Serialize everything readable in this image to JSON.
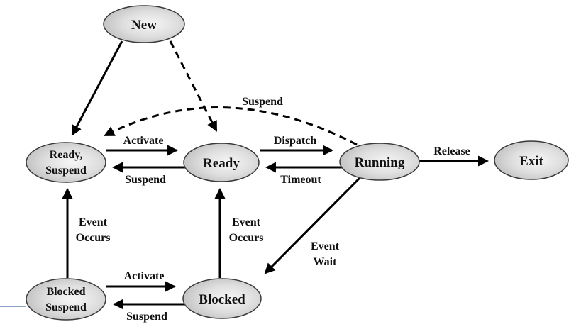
{
  "diagram": {
    "type": "state-transition-diagram",
    "subject": "Process state transitions with suspend states",
    "nodes": [
      {
        "id": "new",
        "label": "New"
      },
      {
        "id": "ready-suspend",
        "label": "Ready, Suspend",
        "lines": [
          "Ready,",
          "Suspend"
        ]
      },
      {
        "id": "ready",
        "label": "Ready"
      },
      {
        "id": "running",
        "label": "Running"
      },
      {
        "id": "exit",
        "label": "Exit"
      },
      {
        "id": "blocked-suspend",
        "label": "Blocked Suspend",
        "lines": [
          "Blocked",
          "Suspend"
        ]
      },
      {
        "id": "blocked",
        "label": "Blocked"
      }
    ],
    "edges": [
      {
        "from": "new",
        "to": "ready-suspend",
        "label": "",
        "style": "solid"
      },
      {
        "from": "new",
        "to": "ready",
        "label": "",
        "style": "dashed"
      },
      {
        "from": "running",
        "to": "ready-suspend",
        "label": "Suspend",
        "style": "dashed"
      },
      {
        "from": "ready-suspend",
        "to": "ready",
        "label": "Activate",
        "style": "solid"
      },
      {
        "from": "ready",
        "to": "ready-suspend",
        "label": "Suspend",
        "style": "solid"
      },
      {
        "from": "ready",
        "to": "running",
        "label": "Dispatch",
        "style": "solid"
      },
      {
        "from": "running",
        "to": "ready",
        "label": "Timeout",
        "style": "solid"
      },
      {
        "from": "running",
        "to": "exit",
        "label": "Release",
        "style": "solid"
      },
      {
        "from": "blocked-suspend",
        "to": "ready-suspend",
        "label": "Event Occurs",
        "style": "solid",
        "lines": [
          "Event",
          "Occurs"
        ]
      },
      {
        "from": "blocked",
        "to": "ready",
        "label": "Event Occurs",
        "style": "solid",
        "lines": [
          "Event",
          "Occurs"
        ]
      },
      {
        "from": "running",
        "to": "blocked",
        "label": "Event Wait",
        "style": "solid",
        "lines": [
          "Event",
          "Wait"
        ]
      },
      {
        "from": "blocked-suspend",
        "to": "blocked",
        "label": "Activate",
        "style": "solid"
      },
      {
        "from": "blocked",
        "to": "blocked-suspend",
        "label": "Suspend",
        "style": "solid"
      }
    ],
    "colors": {
      "background": "#ffffff",
      "node_fill_light": "#f6f6f6",
      "node_fill_mid": "#cfcfcf",
      "node_fill_dark": "#999999",
      "node_border": "#3a3a3a",
      "edge": "#000000",
      "text": "#111111",
      "accent_line": "#8ea4c9"
    }
  }
}
